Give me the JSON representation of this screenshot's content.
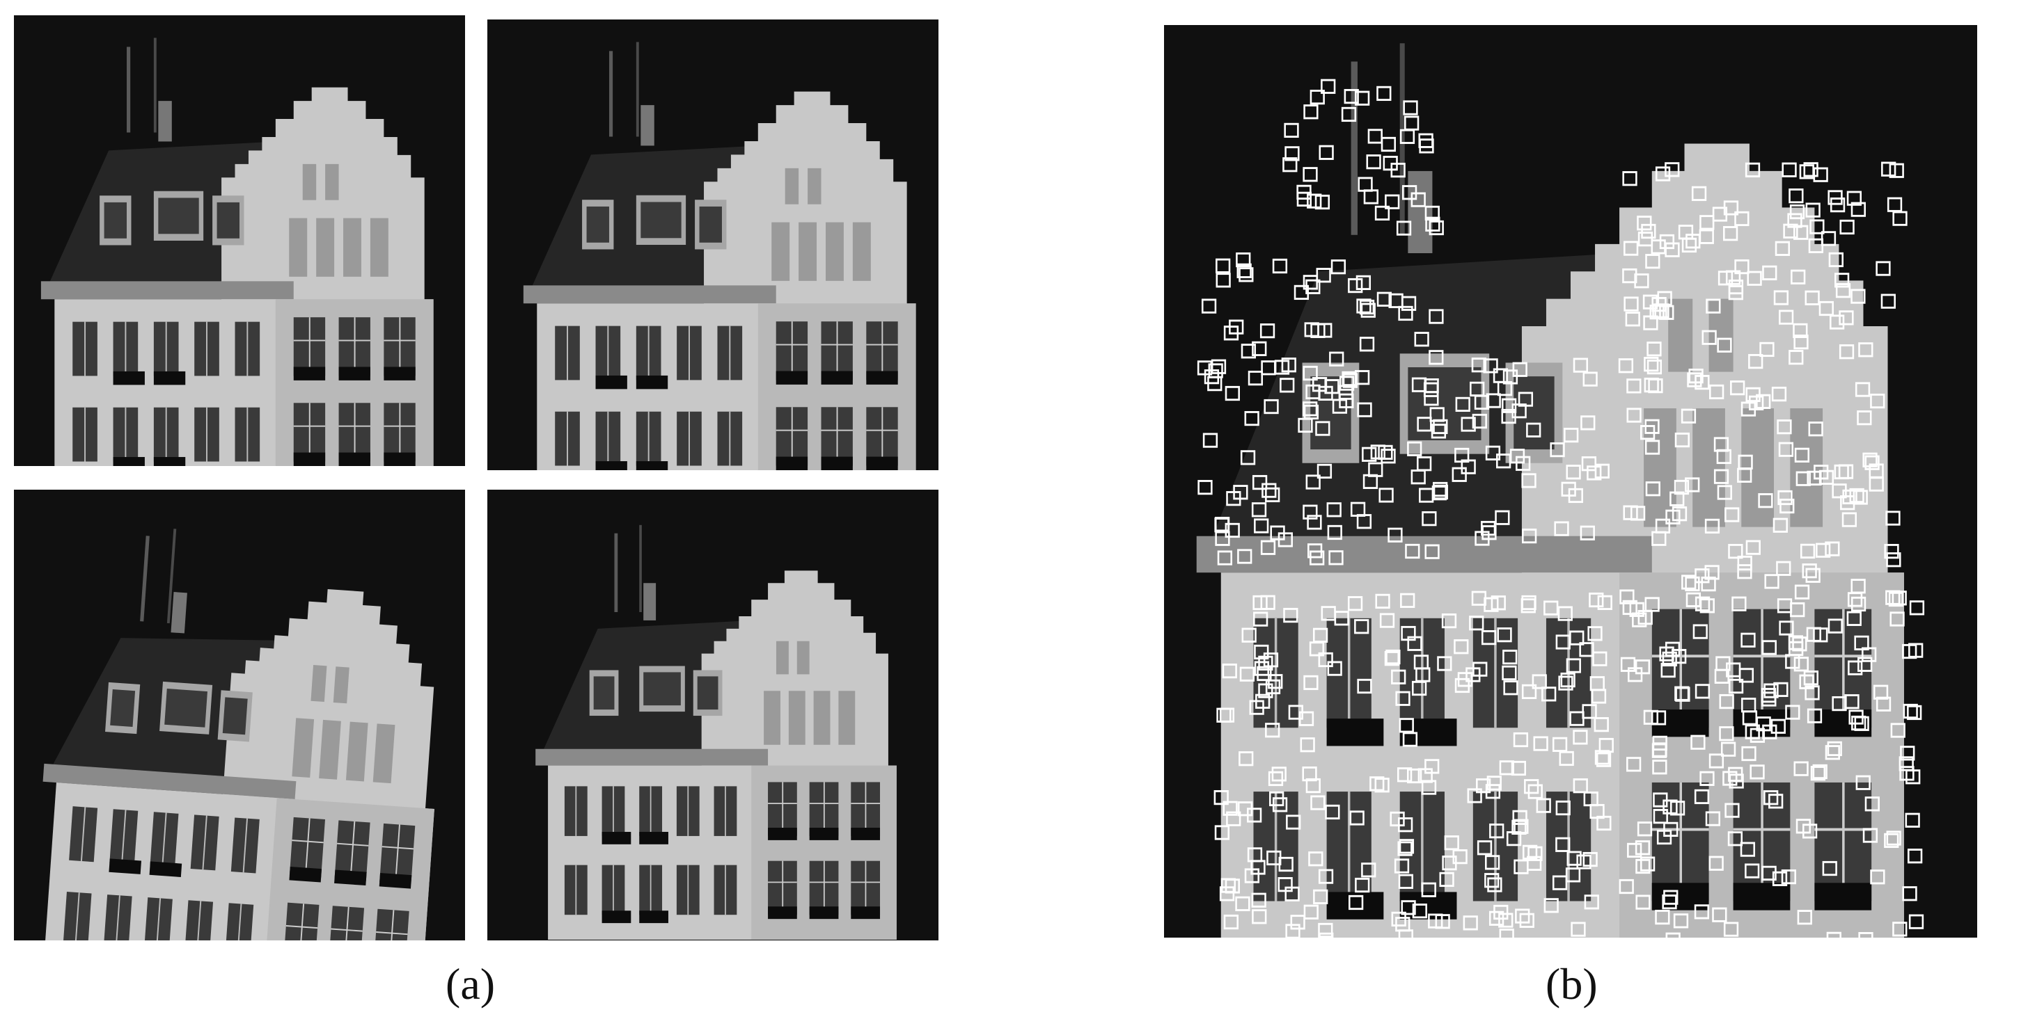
{
  "figure": {
    "caption_a": "(a)",
    "caption_b": "(b)"
  },
  "colors": {
    "background": "#101010",
    "facade_light": "#c8c8c8",
    "facade_mid": "#a6a6a6",
    "roof_dark": "#262626",
    "window_dark": "#3a3a3a",
    "balcony": "#0c0c0c",
    "marker": "#ffffff"
  },
  "icons": {
    "feature_marker": "hollow-square-marker"
  }
}
